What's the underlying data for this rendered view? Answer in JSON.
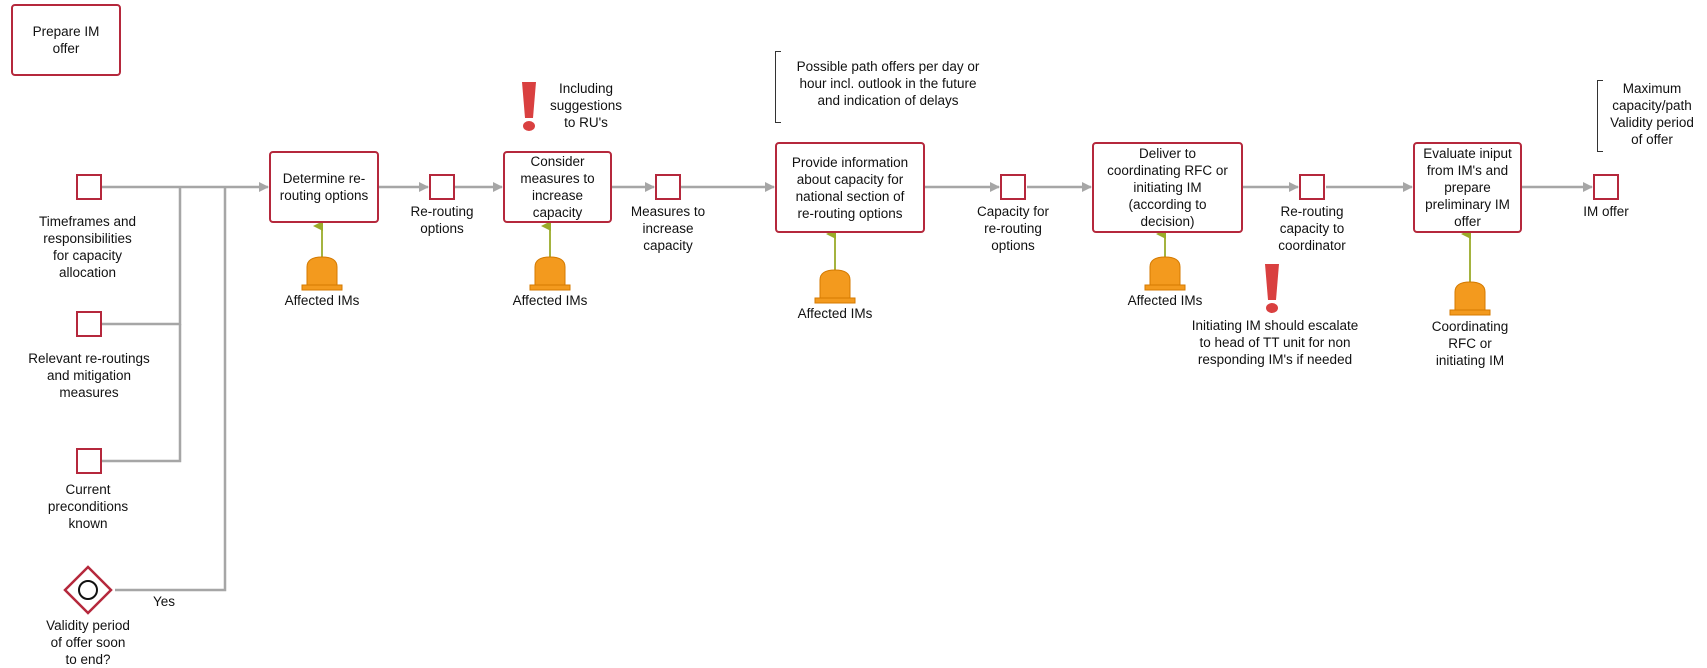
{
  "start": {
    "label": "Prepare IM\noffer"
  },
  "inputs": [
    {
      "id": "timeframes",
      "label": "Timeframes and\nresponsibilities\nfor capacity\nallocation"
    },
    {
      "id": "rerouting-measures",
      "label": "Relevant re-routings\nand mitigation\nmeasures"
    },
    {
      "id": "preconditions",
      "label": "Current\npreconditions\nknown"
    }
  ],
  "gateway": {
    "label": "Validity period\nof offer soon\nto end?",
    "branch_label": "Yes"
  },
  "tasks": [
    {
      "id": "determine",
      "label": "Determine re-\nrouting options"
    },
    {
      "id": "consider",
      "label": "Consider\nmeasures to\nincrease\ncapacity"
    },
    {
      "id": "provide",
      "label": "Provide information\nabout capacity for\nnational section of\nre-routing options"
    },
    {
      "id": "deliver",
      "label": "Deliver to\ncoordinating RFC or\ninitiating IM\n(according to\ndecision)"
    },
    {
      "id": "evaluate",
      "label": "Evaluate iniput\nfrom IM's and\nprepare\npreliminary IM\noffer"
    }
  ],
  "outputs": [
    {
      "id": "rerouting-options",
      "label": "Re-routing\noptions"
    },
    {
      "id": "measures",
      "label": "Measures to\nincrease\ncapacity"
    },
    {
      "id": "capacity",
      "label": "Capacity for\nre-routing\noptions"
    },
    {
      "id": "capacity-coordinator",
      "label": "Re-routing\ncapacity to\ncoordinator"
    },
    {
      "id": "im-offer",
      "label": "IM offer"
    }
  ],
  "roles": [
    {
      "id": "role-1",
      "label": "Affected IMs"
    },
    {
      "id": "role-2",
      "label": "Affected IMs"
    },
    {
      "id": "role-3",
      "label": "Affected IMs"
    },
    {
      "id": "role-4",
      "label": "Affected IMs"
    },
    {
      "id": "role-5",
      "label": "Coordinating\nRFC or\ninitiating IM"
    }
  ],
  "annotations": {
    "path_offers": "Possible path offers per day or\nhour incl. outlook in the future\nand indication of delays",
    "max_capacity": "Maximum\ncapacity/path\nValidity period\nof offer"
  },
  "warnings": [
    {
      "id": "warning-ru",
      "label": "Including\nsuggestions\nto RU's"
    },
    {
      "id": "warning-escalate",
      "label": "Initiating IM should escalate\nto head of TT unit for non\nresponding IM's if needed"
    }
  ],
  "colors": {
    "border": "#b5283c",
    "flow_line": "#a6a6a6",
    "role_fill": "#f39a1e",
    "role_arrow": "#9aab2a",
    "warning": "#d94040"
  }
}
